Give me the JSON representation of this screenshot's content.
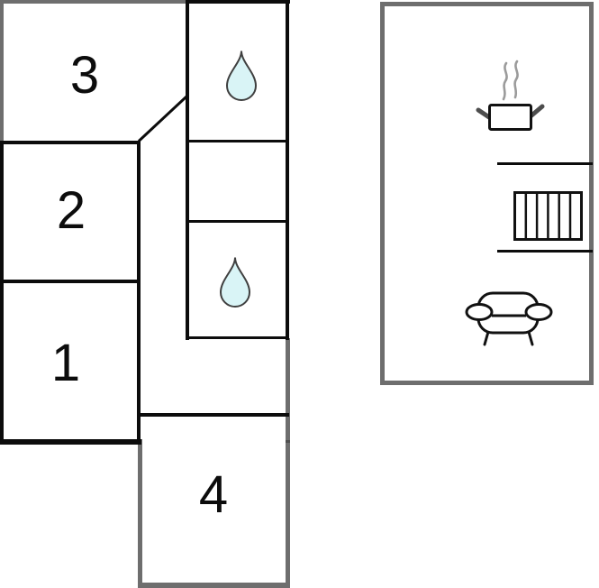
{
  "unit_left": {
    "room_labels": {
      "room1": "1",
      "room2": "2",
      "room3": "3",
      "room4": "4"
    },
    "bathroom_icons": [
      "water-drop-icon",
      "water-drop-icon"
    ]
  },
  "unit_right": {
    "icons": [
      "cooking-pot-icon",
      "radiator-icon",
      "sofa-icon"
    ]
  },
  "colors": {
    "wall_black": "#0c0c0c",
    "wall_gray": "#6e6e6e",
    "droplet_fill": "#d9f4f6",
    "droplet_stroke": "#3f3f3f",
    "steam_gray": "#9b9b9b",
    "background": "#ffffff"
  }
}
